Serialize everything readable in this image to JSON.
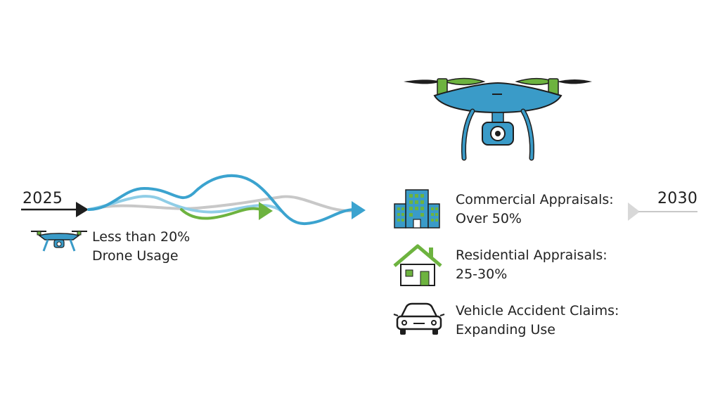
{
  "start_year": "2025",
  "end_year": "2030",
  "start_note": {
    "line1": "Less than 20%",
    "line2": "Drone Usage"
  },
  "items": [
    {
      "icon": "office-building-icon",
      "line1": "Commercial Appraisals:",
      "line2": "Over 50%"
    },
    {
      "icon": "house-icon",
      "line1": "Residential Appraisals:",
      "line2": "25-30%"
    },
    {
      "icon": "car-icon",
      "line1": "Vehicle Accident Claims:",
      "line2": "Expanding Use"
    }
  ],
  "colors": {
    "blue": "#3ba3cf",
    "light_blue": "#8fcde6",
    "green": "#6db33f",
    "gray": "#c8c8c8",
    "dark": "#1e1e1e",
    "drone_body": "#3a9bc8"
  }
}
